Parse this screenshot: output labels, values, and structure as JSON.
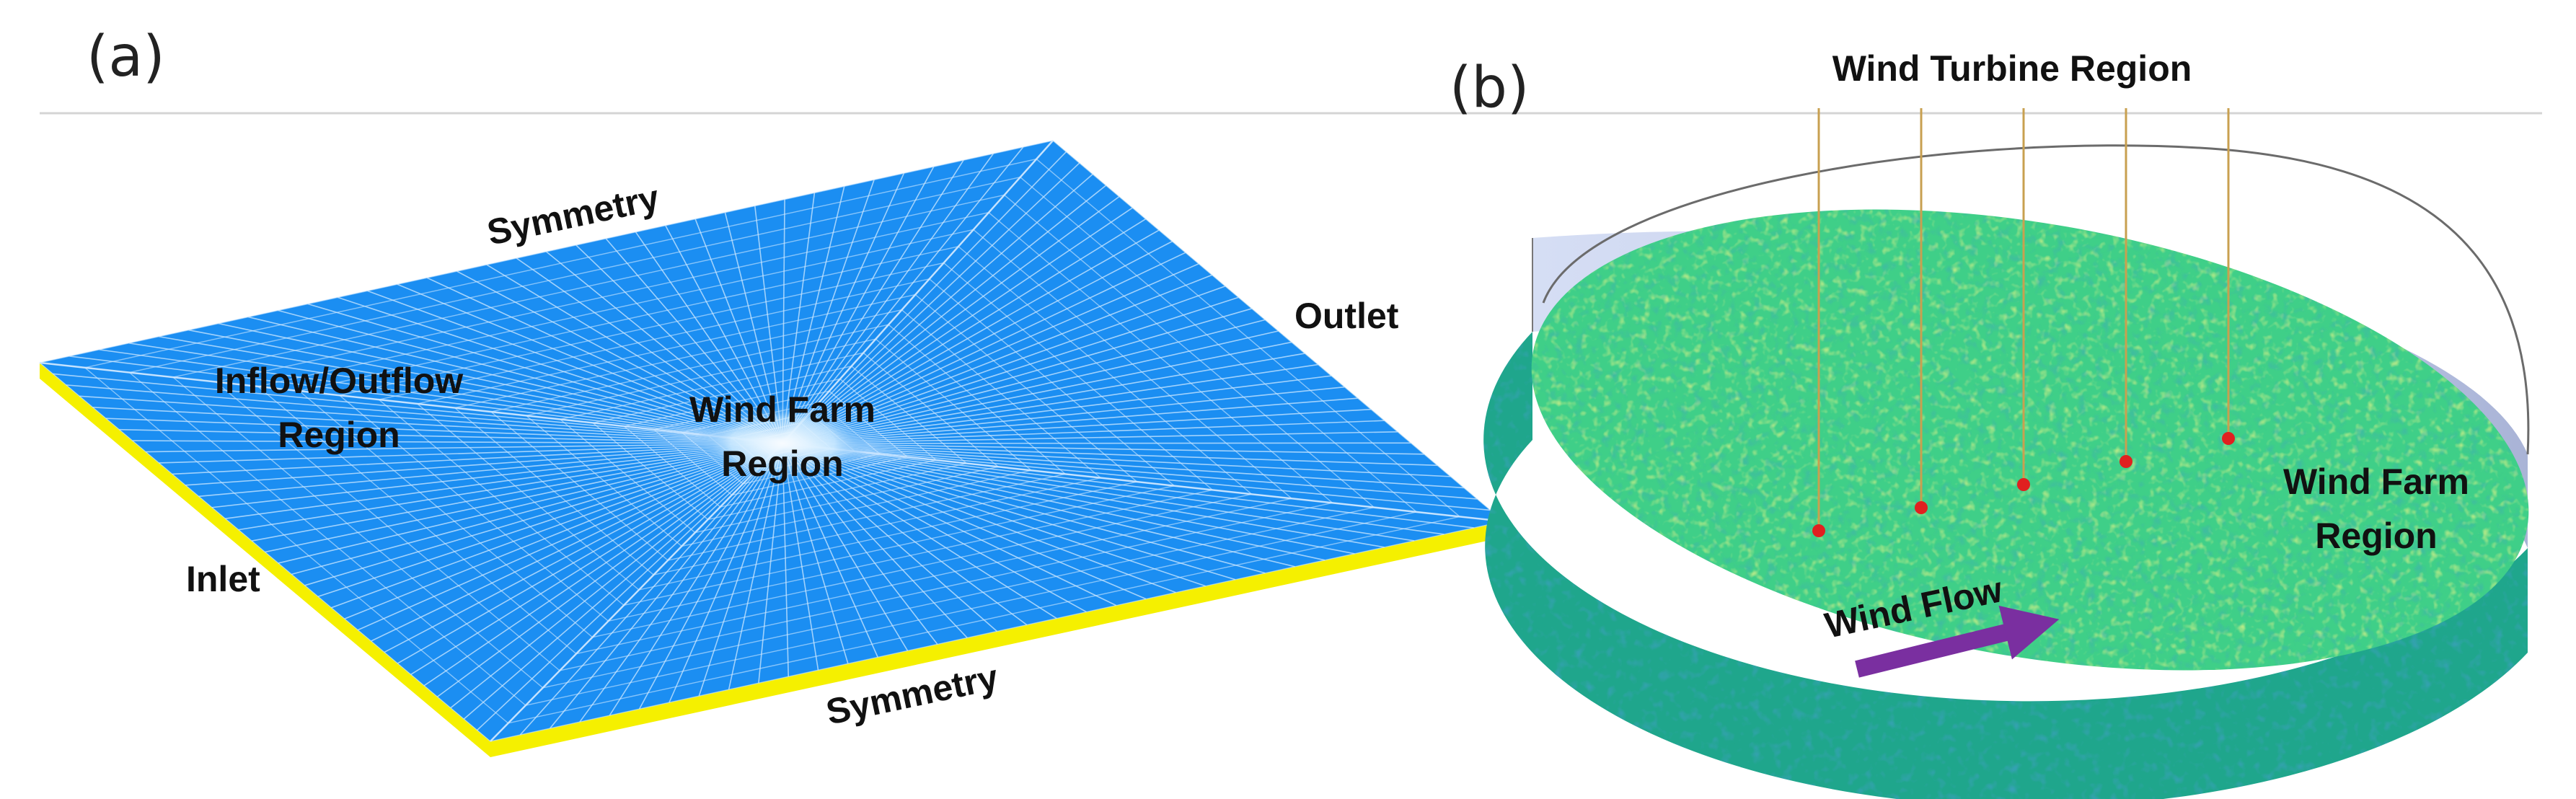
{
  "panel_a": {
    "tag": "(a)",
    "labels": {
      "symmetry_top": "Symmetry",
      "outlet": "Outlet",
      "inflow_1": "Inflow/Outflow",
      "inflow_2": "Region",
      "farm_1": "Wind Farm",
      "farm_2": "Region",
      "inlet": "Inlet",
      "symmetry_bottom": "Symmetry"
    }
  },
  "panel_b": {
    "tag": "(b)",
    "labels": {
      "turbine_region": "Wind Turbine Region",
      "farm_1": "Wind Farm",
      "farm_2": "Region",
      "wind_flow": "Wind Flow"
    },
    "turbine_count": 5
  },
  "colors": {
    "mesh_fill": "#1b8ef2",
    "mesh_lines": "#cfe8ff",
    "mesh_edge": "#f5f000",
    "disc_top": "#3fcf88",
    "disc_side": "#1fa68c",
    "disc_wall": "#b8c4e6",
    "turbine_line": "#c8a050",
    "turbine_dot": "#e02020",
    "arrow": "#7a2fa0"
  }
}
